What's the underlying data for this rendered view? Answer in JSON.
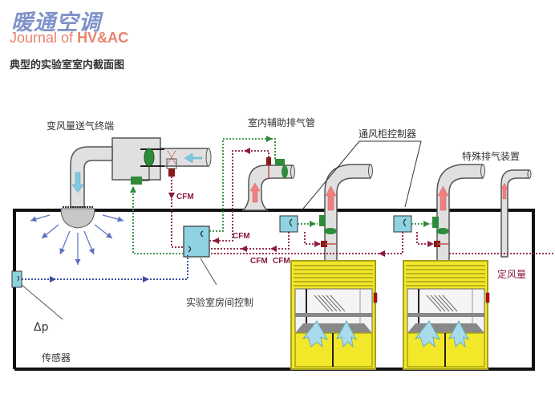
{
  "header": {
    "logo_cn": "暖通空调",
    "logo_en_prefix": "Journal of ",
    "logo_en_bold": "HV&AC",
    "subtitle": "典型的实验室室内截面图"
  },
  "labels": {
    "vav_supply_terminal": "变风量送气终端",
    "room_aux_exhaust": "室内辅助排气管",
    "fume_hood_controller": "通风柜控制器",
    "special_exhaust": "特殊排气装置",
    "lab_room_control": "实验室房间控制",
    "delta_p": "Δp",
    "sensor": "传感器",
    "constant_volume": "定风量"
  },
  "flow_labels": {
    "cfm_supply": "CFM",
    "cfm_aux": "CFM",
    "cfm_hood1": "CFM",
    "cfm_hood2": "CFM"
  },
  "colors": {
    "duct_fill": "#e0e0e0",
    "duct_stroke": "#444444",
    "room_wall": "#111111",
    "supply_arrow": "#7ec9e0",
    "exhaust_arrow": "#f08080",
    "control_box": "#8fd3e3",
    "green_signal": "#2e8b3a",
    "red_signal": "#8b1a3a",
    "blue_signal": "#3b4fa0",
    "hood_yellow": "#f2e829",
    "hood_frame": "#a7a01c"
  }
}
